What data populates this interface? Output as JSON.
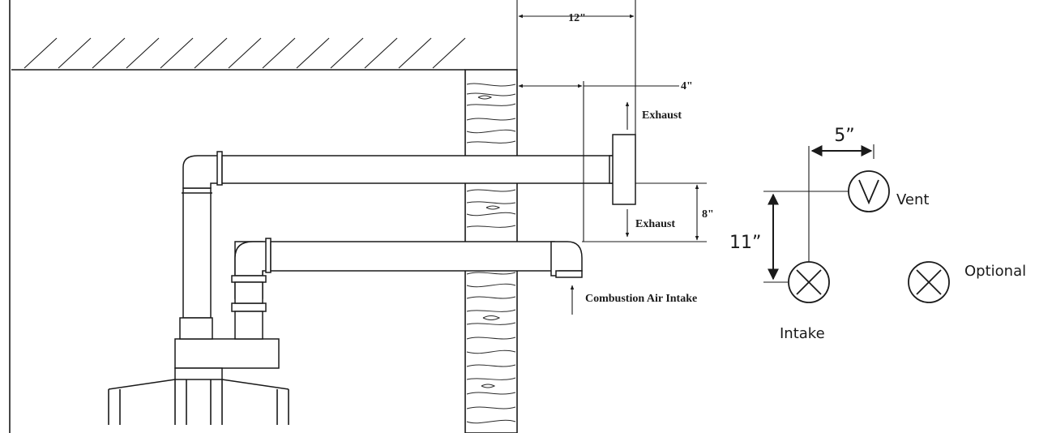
{
  "left_diagram": {
    "dim_wall_to_exhaust": "12\"",
    "dim_wall_to_intake": "4\"",
    "dim_vertical_spacing": "8\"",
    "label_exhaust_top": "Exhaust",
    "label_exhaust_bottom": "Exhaust",
    "label_intake": "Combustion Air Intake"
  },
  "right_diagram": {
    "dim_horizontal": "5”",
    "dim_vertical": "11”",
    "label_vent": "Vent",
    "label_intake": "Intake",
    "label_optional": "Optional"
  }
}
